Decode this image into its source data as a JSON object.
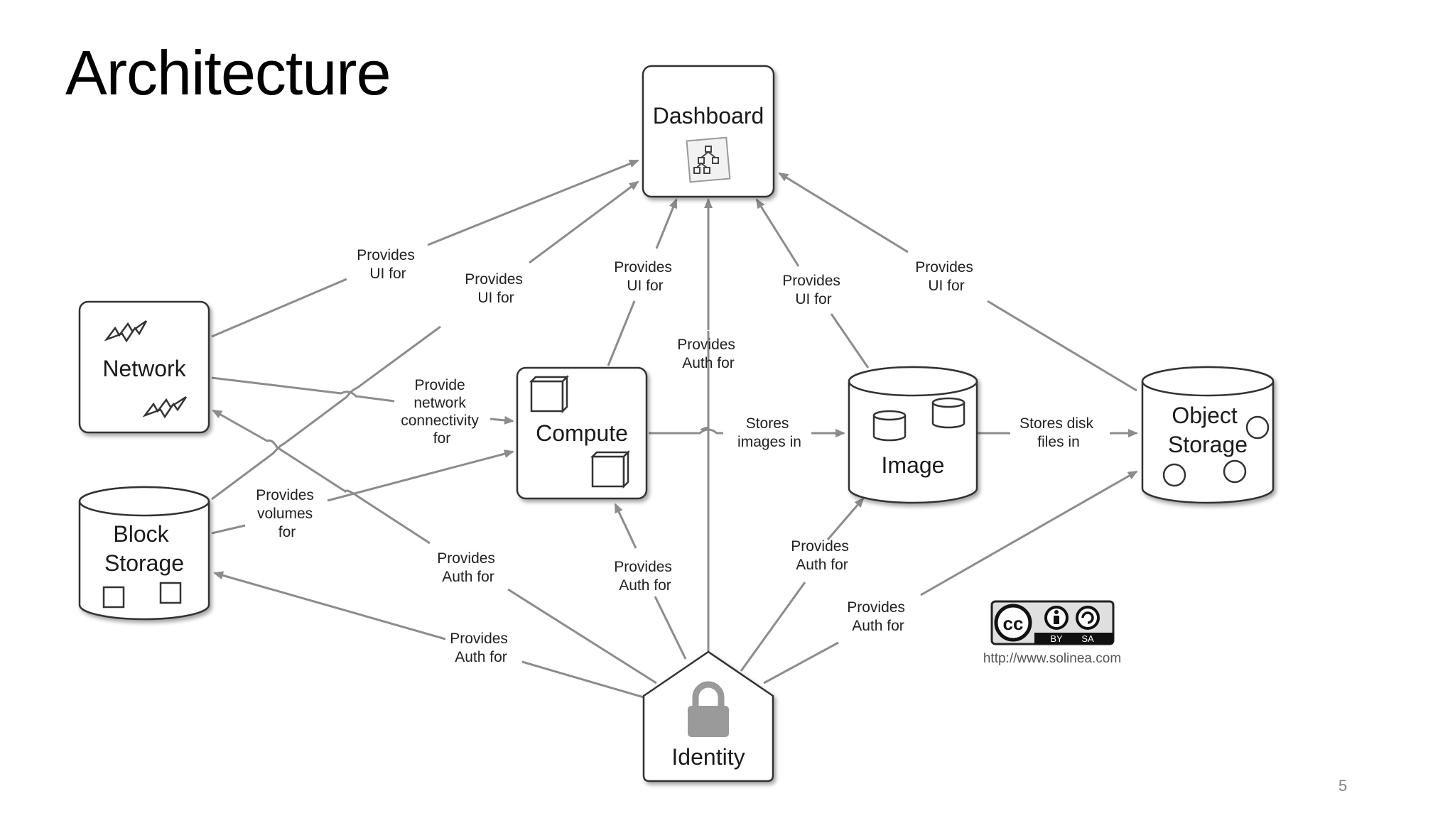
{
  "slide": {
    "title": "Architecture",
    "page_number": "5"
  },
  "nodes": {
    "dashboard": "Dashboard",
    "network": "Network",
    "compute": "Compute",
    "image": "Image",
    "object_storage_line1": "Object",
    "object_storage_line2": "Storage",
    "block_storage_line1": "Block",
    "block_storage_line2": "Storage",
    "identity": "Identity"
  },
  "edge_labels": {
    "net_dash": [
      "Provides",
      "UI for"
    ],
    "block_dash": [
      "Provides",
      "UI for"
    ],
    "comp_dash": [
      "Provides",
      "UI for"
    ],
    "ident_dash": [
      "Provides",
      "Auth for"
    ],
    "image_dash": [
      "Provides",
      "UI for"
    ],
    "obj_dash": [
      "Provides",
      "UI for"
    ],
    "net_comp": [
      "Provide",
      "network",
      "connectivity",
      "for"
    ],
    "comp_image": [
      "Stores",
      "images in"
    ],
    "image_obj": [
      "Stores disk",
      "files in"
    ],
    "block_comp": [
      "Provides",
      "volumes",
      "for"
    ],
    "ident_net": [
      "Provides",
      "Auth for"
    ],
    "ident_comp": [
      "Provides",
      "Auth for"
    ],
    "ident_image": [
      "Provides",
      "Auth for"
    ],
    "ident_block": [
      "Provides",
      "Auth for"
    ],
    "ident_obj": [
      "Provides",
      "Auth for"
    ]
  },
  "license": {
    "badge_cc": "cc",
    "badge_by": "BY",
    "badge_sa": "SA",
    "url": "http://www.solinea.com"
  },
  "colors": {
    "edge": "#8c8c8c",
    "box_stroke": "#333333",
    "lock": "#9a9a9a"
  }
}
